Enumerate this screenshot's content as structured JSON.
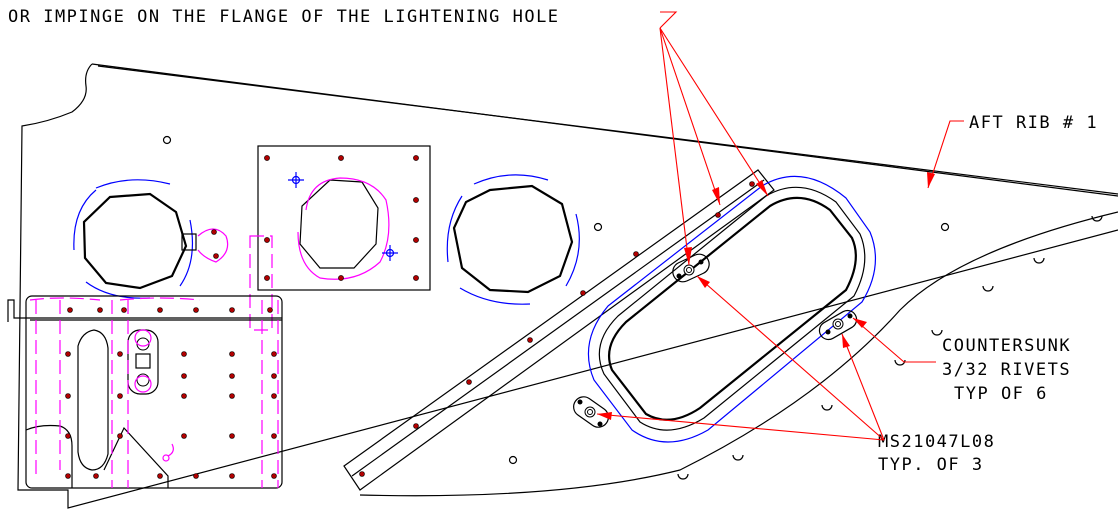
{
  "notes": {
    "top_note": "OR IMPINGE ON THE FLANGE OF THE LIGHTENING HOLE",
    "aft_rib": "AFT RIB # 1",
    "countersunk_line1": "COUNTERSUNK",
    "countersunk_line2": "3/32 RIVETS",
    "countersunk_line3": "TYP OF 6",
    "ms_line1": "MS21047L08",
    "ms_line2": "TYP. OF 3"
  },
  "colors": {
    "outline": "#000000",
    "leader": "#ff0000",
    "flange": "#0000ff",
    "hidden_parts": "#ff00ff"
  }
}
